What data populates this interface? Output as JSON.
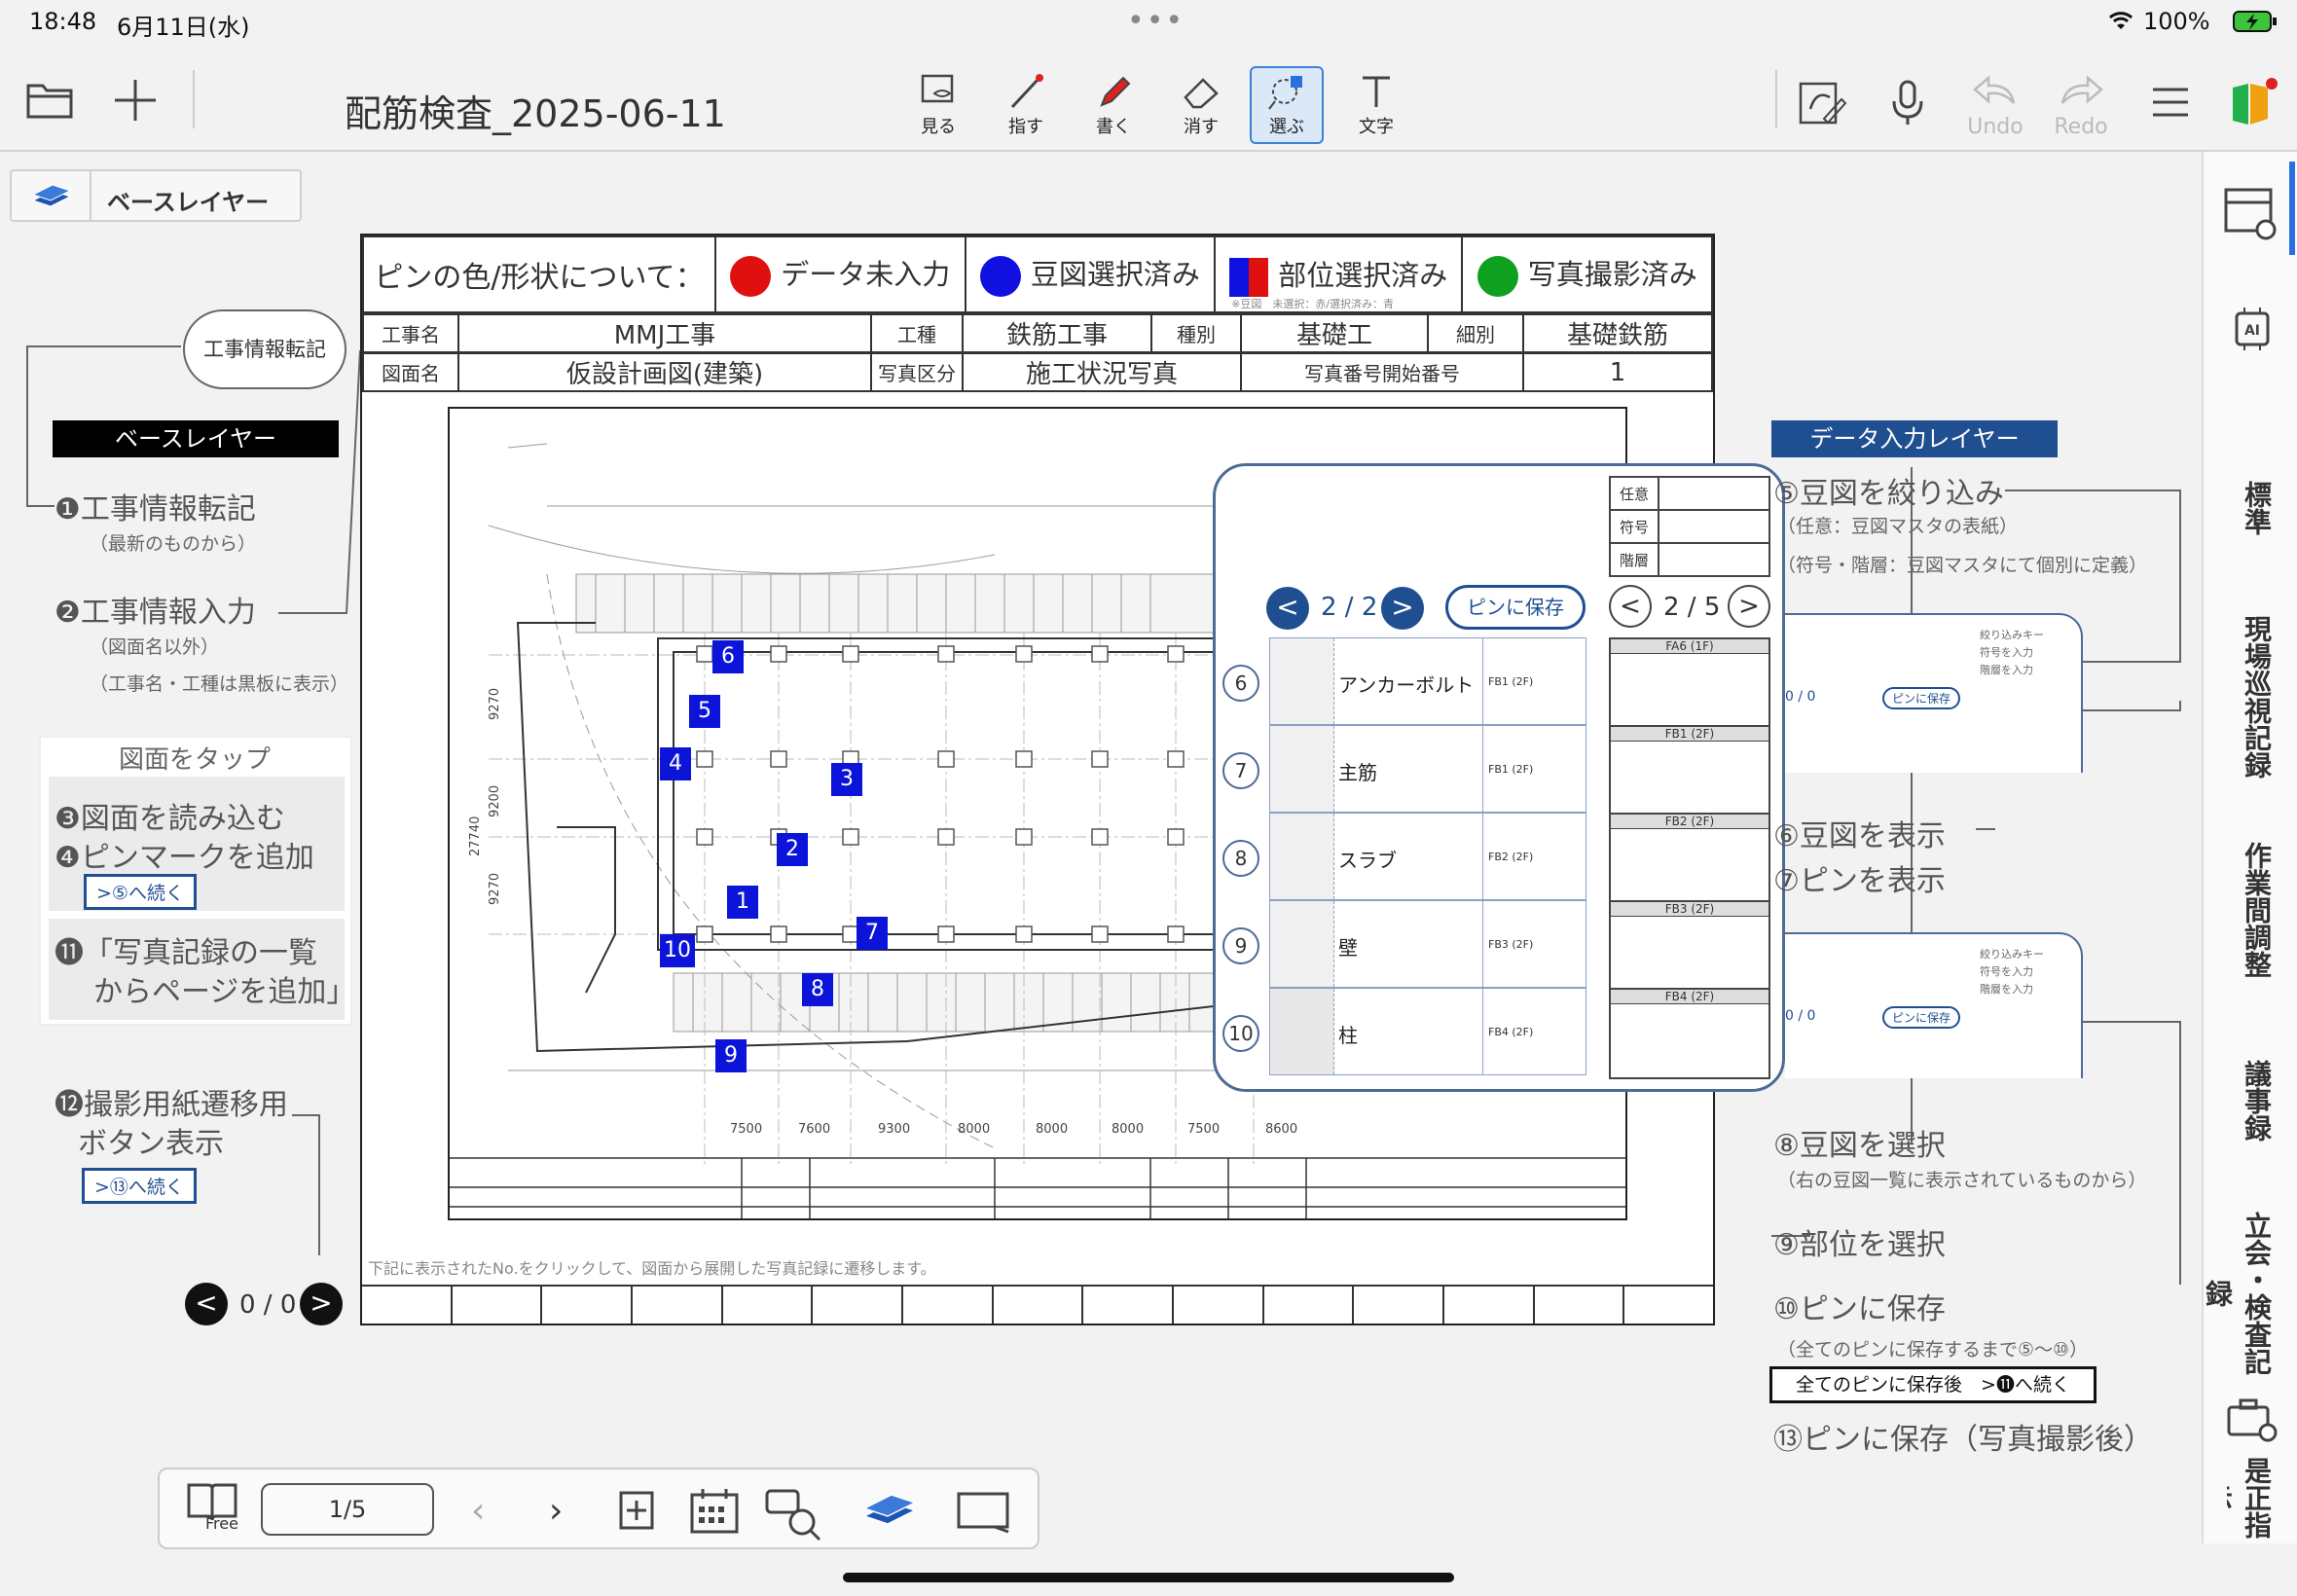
{
  "status": {
    "time": "18:48",
    "date": "6月11日(水)",
    "battery": "100%"
  },
  "toolbar": {
    "title": "配筋検査_2025-06-11",
    "tools": [
      {
        "label": "見る",
        "icon": "view-icon"
      },
      {
        "label": "指す",
        "icon": "point-icon"
      },
      {
        "label": "書く",
        "icon": "pen-icon"
      },
      {
        "label": "消す",
        "icon": "eraser-icon"
      },
      {
        "label": "選ぶ",
        "icon": "select-icon",
        "selected": true
      },
      {
        "label": "文字",
        "icon": "text-icon"
      }
    ],
    "undo": "Undo",
    "redo": "Redo"
  },
  "right_tabs": [
    "標準",
    "現場巡視記録",
    "作業間調整",
    "議事録",
    "立会・検査記録",
    "是正指示"
  ],
  "layer_button": "ベースレイヤー",
  "legend": {
    "heading": "ピンの色/形状について：",
    "items": [
      {
        "label": "データ未入力",
        "color": "#e01010"
      },
      {
        "label": "豆図選択済み",
        "color": "#1010e0"
      },
      {
        "label": "部位選択済み",
        "color": "#1010e0"
      },
      {
        "label": "写真撮影済み",
        "color": "#10a020"
      }
    ],
    "sub_note": "※豆図",
    "sub_note2": "未選択：赤/選択済み：青"
  },
  "info_table": {
    "row1": [
      "工事名",
      "MMJ工事",
      "工種",
      "鉄筋工事",
      "種別",
      "基礎工",
      "細別",
      "基礎鉄筋"
    ],
    "row2": [
      "図面名",
      "仮設計画図(建築)",
      "写真区分",
      "施工状況写真",
      "写真番号開始番号",
      "1"
    ]
  },
  "doc_footer_note": "下記に表示されたNo.をクリックして、図面から展開した写真記録に遷移します。",
  "pins": [
    {
      "n": "1"
    },
    {
      "n": "2"
    },
    {
      "n": "3"
    },
    {
      "n": "4"
    },
    {
      "n": "5"
    },
    {
      "n": "6"
    },
    {
      "n": "7"
    },
    {
      "n": "8"
    },
    {
      "n": "9"
    },
    {
      "n": "10"
    }
  ],
  "drawing_dims": [
    "7500",
    "7600",
    "9300",
    "8000",
    "8000",
    "8000",
    "7500",
    "8600"
  ],
  "drawing_side_dims": [
    "9270",
    "27740",
    "9200",
    "9270"
  ],
  "left_notes": {
    "transfer_button": "工事情報転記",
    "base_layer_label": "ベースレイヤー",
    "n1": "❶工事情報転記",
    "n1_sub": "（最新のものから）",
    "n2": "❷工事情報入力",
    "n2_sub1": "（図面名以外）",
    "n2_sub2": "（工事名・工種は黒板に表示）",
    "tap": "図面をタップ",
    "n3": "❸図面を読み込む",
    "n4": "❹ピンマークを追加",
    "cont5": ">⑤へ続く",
    "n11a": "⓫「写真記録の一覧",
    "n11b": "からページを追加」",
    "n12a": "⓬撮影用紙遷移用",
    "n12b": "ボタン表示",
    "cont13": ">⑬へ続く",
    "pager": "0 / 0"
  },
  "right_notes": {
    "layer_label": "データ入力レイヤー",
    "n5": "⑤豆図を絞り込み",
    "n5_sub1": "（任意：豆図マスタの表紙）",
    "n5_sub2": "（符号・階層：豆図マスタにて個別に定義）",
    "n6": "⑥豆図を表示",
    "n7": "⑦ピンを表示",
    "n8": "⑧豆図を選択",
    "n8_sub": "（右の豆図一覧に表示されているものから）",
    "n9": "⑨部位を選択",
    "n10": "⑩ピンに保存",
    "n10_sub": "（全てのピンに保存するまで⑤〜⑩）",
    "after": "全てのピンに保存後　>⓫へ続く",
    "n13": "⑬ピンに保存（写真撮影後）",
    "mini_filter": [
      "絞り込みキー",
      "符号を入力",
      "階層を入力"
    ],
    "mini_pager": "0 / 0",
    "mini_save": "ピンに保存"
  },
  "popup": {
    "filter_labels": [
      "任意",
      "符号",
      "階層"
    ],
    "pager_left": "2 / 2",
    "save_button": "ピンに保存",
    "pager_right": "2 / 5",
    "rows": [
      {
        "num": "6",
        "label": "アンカーボルト",
        "code": "FB1 (2F)"
      },
      {
        "num": "7",
        "label": "主筋",
        "code": "FB1 (2F)"
      },
      {
        "num": "8",
        "label": "スラブ",
        "code": "FB2 (2F)"
      },
      {
        "num": "9",
        "label": "壁",
        "code": "FB3 (2F)"
      },
      {
        "num": "10",
        "label": "柱",
        "code": "FB4 (2F)"
      }
    ],
    "thumbs": [
      "FA6 (1F)",
      "FB1 (2F)",
      "FB2 (2F)",
      "FB3 (2F)",
      "FB4 (2F)"
    ]
  },
  "bottom": {
    "free": "Free",
    "page": "1/5"
  }
}
